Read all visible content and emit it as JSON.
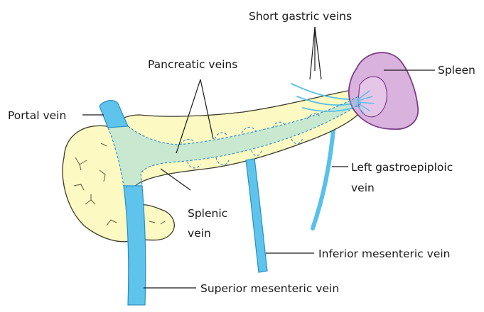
{
  "labels": {
    "short_gastric_veins": "Short gastric veins",
    "pancreatic_veins": "Pancreatic veins",
    "spleen": "Spleen",
    "portal_vein": "Portal vein",
    "left_gastroepiploic_line1": "Left gastroepiploic",
    "left_gastroepiploic_line2": "vein",
    "splenic_line1": "Splenic",
    "splenic_line2": "vein",
    "inferior_mesenteric_vein": "Inferior mesenteric vein",
    "superior_mesenteric_vein": "Superior mesenteric vein"
  },
  "colors": {
    "pancreas": "#fcf9c2",
    "pancreas_outline": "#3a3a2a",
    "vein": "#5ec4ec",
    "vein_outline": "#2a8fc4",
    "spleen": "#d9b2dd",
    "spleen_outline": "#7d3d8a"
  }
}
